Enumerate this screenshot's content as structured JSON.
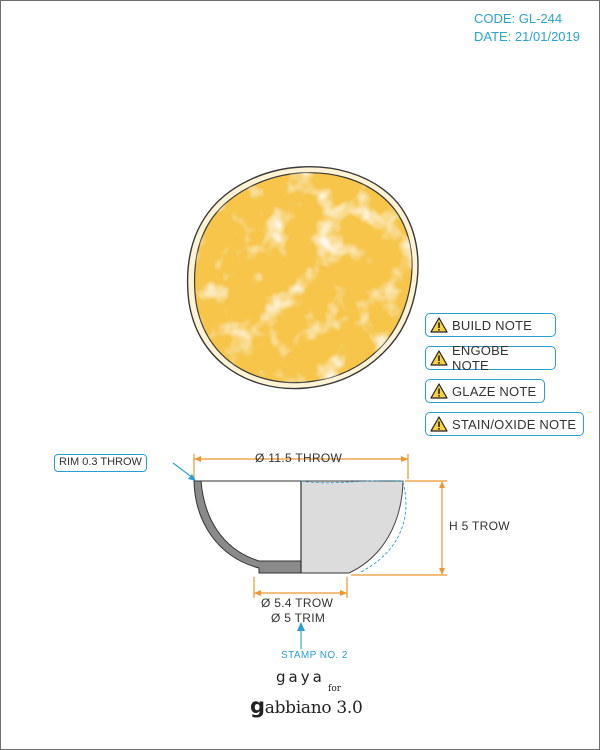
{
  "header": {
    "code": "CODE: GL-244",
    "date": "DATE: 21/01/2019"
  },
  "notes": [
    {
      "label": "BUILD NOTE",
      "icon": "warning-icon"
    },
    {
      "label": "ENGOBE NOTE",
      "icon": "warning-icon"
    },
    {
      "label": "GLAZE NOTE",
      "icon": "warning-icon"
    },
    {
      "label": "STAIN/OXIDE NOTE",
      "icon": "warning-icon"
    }
  ],
  "dimensions": {
    "rim": "RIM 0.3 THROW",
    "diameter": "Ø 11.5 THROW",
    "height": "H 5 TROW",
    "foot_throw": "Ø 5.4 TROW",
    "foot_trim": "Ø 5 TRIM"
  },
  "stamp": "STAMP NO. 2",
  "brand": {
    "line1": "gaya",
    "for": "for",
    "g": "g",
    "name": "abbiano 3.0"
  },
  "colors": {
    "accent": "#2aa3cf",
    "dimension": "#f0962e",
    "glaze": "#f6c54a",
    "glaze_highlight": "#ffffff",
    "bowl_section": "#8a8a8a",
    "bowl_outside": "#dcdcdc"
  }
}
